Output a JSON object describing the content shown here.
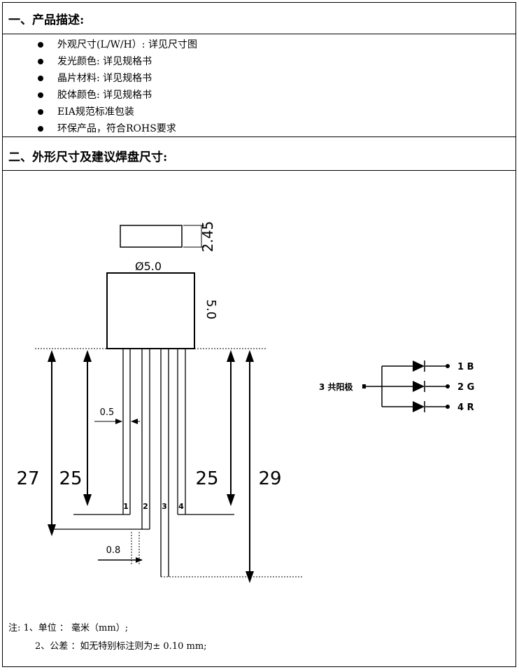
{
  "section1": {
    "title": "一、产品描述:",
    "items": [
      "外观尺寸(L/W/H）: 详见尺寸图",
      "发光颜色:  详见规格书",
      "晶片材料: 详见规格书",
      "胶体颜色: 详见规格书",
      "EIA规范标准包装",
      "环保产品，符合ROHS要求"
    ]
  },
  "section2": {
    "title": "二、外形尺寸及建议焊盘尺寸:"
  },
  "drawing": {
    "side_dim": "2.45",
    "diameter": "Ø5.0",
    "body_height": "5.0",
    "lead_width": "0.5",
    "lead_pitch": "0.8",
    "len_27": "27",
    "len_25_left": "25",
    "len_25_right": "25",
    "len_29": "29",
    "pins": [
      "1",
      "2",
      "3",
      "4"
    ]
  },
  "schematic": {
    "common": "3 共阳极",
    "outputs": [
      "1 B",
      "2 G",
      "4 R"
    ]
  },
  "notes": {
    "line1": "注:  1、单位 ： 毫米（mm）;",
    "line2": "2、公差 ：如无特别标注则为± 0.10 mm;"
  }
}
